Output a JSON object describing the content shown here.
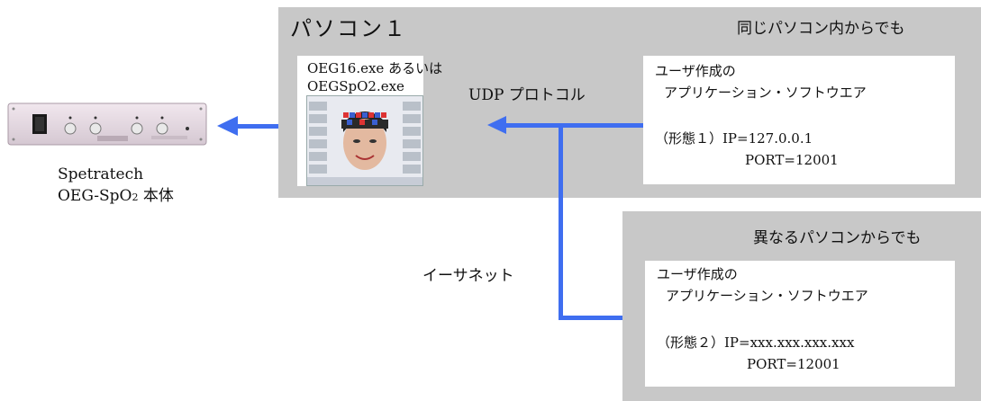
{
  "pc1": {
    "title": "パソコン１",
    "note": "同じパソコン内からでも",
    "software_line1": "OEG16.exe  あるいは",
    "software_line2": "OEGSpO2.exe",
    "udp_label": "UDP プロトコル",
    "app": {
      "line1": "ユーザ作成の",
      "line2": "アプリケーション・ソフトウエア",
      "form": "（形態１）IP=127.0.0.1",
      "port": "PORT=12001"
    }
  },
  "pc2": {
    "note": "異なるパソコンからでも",
    "app": {
      "line1": "ユーザ作成の",
      "line2": "アプリケーション・ソフトウエア",
      "form": "（形態２）IP=xxx.xxx.xxx.xxx",
      "port": "PORT=12001"
    }
  },
  "ethernet_label": "イーサネット",
  "device": {
    "name_line1": "Spetratech",
    "name_line2_prefix": "OEG-SpO",
    "name_line2_sub": "2",
    "name_line2_suffix": " 本体"
  },
  "colors": {
    "box_gray": "#c8c8c8",
    "line_blue": "#3f6ef0"
  }
}
